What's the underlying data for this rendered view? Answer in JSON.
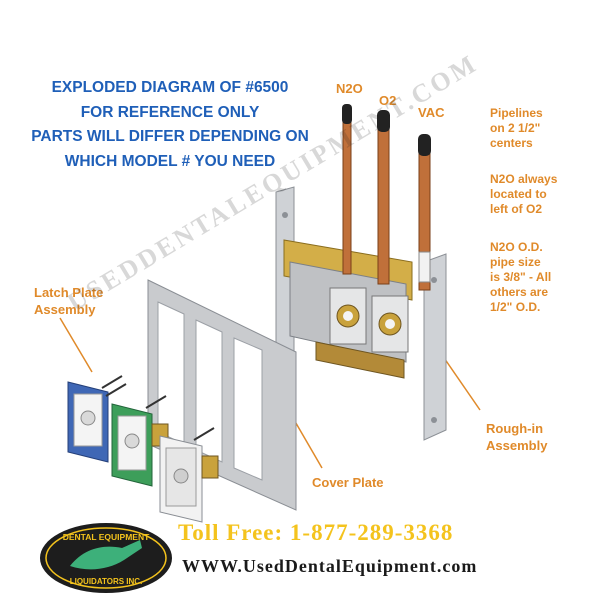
{
  "heading": {
    "line1": "EXPLODED DIAGRAM OF #6500",
    "line2": "FOR REFERENCE ONLY",
    "line3": "PARTS WILL DIFFER DEPENDING ON",
    "line4": "WHICH MODEL # YOU NEED"
  },
  "gas_labels": {
    "n2o": "N2O",
    "o2": "O2",
    "vac": "VAC"
  },
  "notes": {
    "pipelines": [
      "Pipelines",
      "on 2 1/2\"",
      "centers"
    ],
    "n2o_location": [
      "N2O always",
      "located to",
      "left of O2"
    ],
    "pipe_size": [
      "N2O O.D.",
      "pipe size",
      "is 3/8\" - All",
      "others are",
      "1/2\" O.D."
    ]
  },
  "part_labels": {
    "latch_plate": [
      "Latch Plate",
      "Assembly"
    ],
    "rough_in": [
      "Rough-in",
      "Assembly"
    ],
    "cover_plate": "Cover Plate"
  },
  "watermark": "USEDDENTALEQUIPMENT.COM",
  "logo": {
    "top_text": "DENTAL EQUIPMENT",
    "bottom_text": "LIQUIDATORS INC."
  },
  "footer": {
    "toll_free": "Toll Free: 1-877-289-3368",
    "website": "WWW.UsedDentalEquipment.com"
  },
  "colors": {
    "heading_blue": "#1f5fb8",
    "label_orange": "#e08a2a",
    "toll_yellow": "#f4c31d",
    "copper": "#c0703a",
    "steel": "#c9cbce",
    "brass": "#c9a23c"
  }
}
